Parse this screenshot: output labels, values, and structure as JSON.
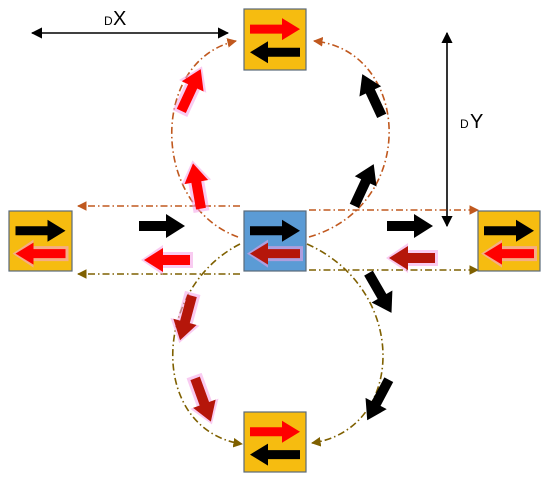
{
  "labels": {
    "dx_prefix": "D",
    "dx_main": "X",
    "dy_prefix": "D",
    "dy_main": "Y"
  },
  "nodes": [
    {
      "id": "top",
      "role": "outer",
      "fill": "#F6BC10"
    },
    {
      "id": "left",
      "role": "outer",
      "fill": "#F6BC10"
    },
    {
      "id": "center",
      "role": "center",
      "fill": "#5B9BD5"
    },
    {
      "id": "right",
      "role": "outer",
      "fill": "#F6BC10"
    },
    {
      "id": "bottom",
      "role": "outer",
      "fill": "#F6BC10"
    }
  ],
  "colors": {
    "black_arrow": "#000000",
    "red_arrow": "#FF0000",
    "dark_red_arrow": "#B5160A",
    "glow": "#F4A0E6",
    "path_upper": "#C0581E",
    "path_lower": "#7F6000",
    "box_border": "#5A6A7A"
  },
  "icons": {
    "box_arrows": "left-right-arrows-icon",
    "flow_arrow": "arrow-icon"
  }
}
